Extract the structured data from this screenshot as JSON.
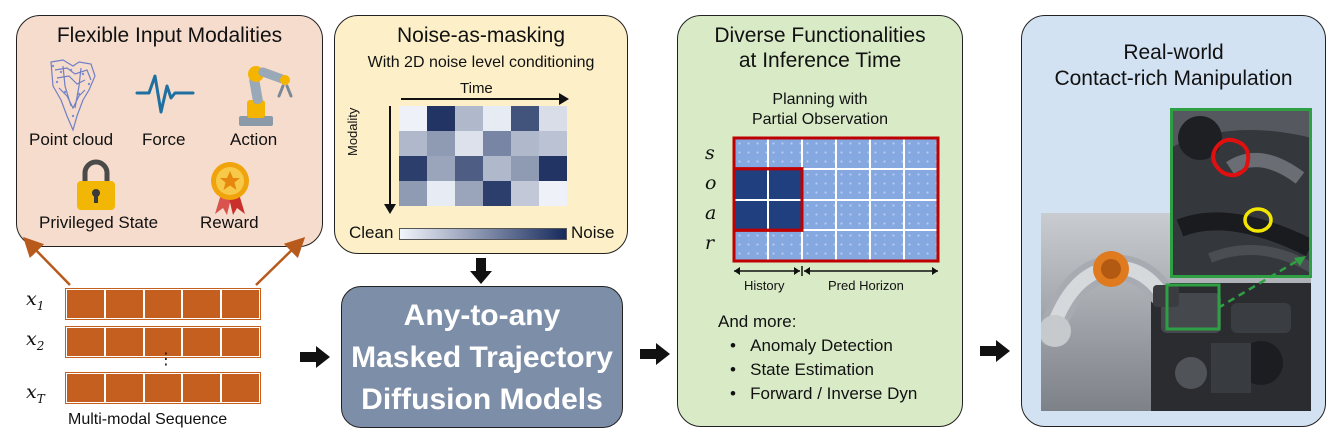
{
  "panel1": {
    "title": "Flexible Input Modalities",
    "items": {
      "point_cloud": "Point cloud",
      "force": "Force",
      "action": "Action",
      "privileged": "Privileged State",
      "reward": "Reward"
    }
  },
  "sequence": {
    "var_x1_base": "x",
    "var_x1_sub": "1",
    "var_x2_base": "x",
    "var_x2_sub": "2",
    "var_xT_base": "x",
    "var_xT_sub": "T",
    "ellipsis": "⋮",
    "label": "Multi-modal Sequence"
  },
  "panel2": {
    "title": "Noise-as-masking",
    "subtitle": "With 2D noise level conditioning",
    "time_label": "Time",
    "modality_label": "Modality",
    "clean_label": "Clean",
    "noise_label": "Noise",
    "heatmap": [
      [
        0.02,
        0.95,
        0.3,
        0.05,
        0.8,
        0.12
      ],
      [
        0.3,
        0.45,
        0.1,
        0.55,
        0.3,
        0.25
      ],
      [
        0.9,
        0.4,
        0.75,
        0.3,
        0.45,
        0.95
      ],
      [
        0.45,
        0.05,
        0.4,
        0.9,
        0.22,
        0.02
      ]
    ],
    "colors": {
      "light": "#f2f5fb",
      "dark": "#162a5c"
    }
  },
  "panel3": {
    "title_line1": "Any-to-any",
    "title_line2": "Masked Trajectory",
    "title_line3": "Diffusion Models",
    "bg": "#7d8ea8"
  },
  "panel4": {
    "title_line1": "Diverse Functionalities",
    "title_line2": "at Inference Time",
    "sub_line1": "Planning with",
    "sub_line2": "Partial Observation",
    "rows": [
      "s",
      "o",
      "a",
      "r"
    ],
    "history_label": "History",
    "pred_label": "Pred Horizon",
    "more_label": "And more:",
    "bullets": [
      "Anomaly Detection",
      "State Estimation",
      "Forward / Inverse Dyn"
    ],
    "bullet_char": "•"
  },
  "panel5": {
    "title_line1": "Real-world",
    "title_line2": "Contact-rich Manipulation"
  },
  "colors": {
    "orange_fill": "#f6dccd",
    "orange_arrow": "#b85a1c",
    "yellow_fill": "#fdf0c8",
    "green_fill": "#d9eac7",
    "blue_fill": "#d2e2f2",
    "red": "#c00000"
  }
}
